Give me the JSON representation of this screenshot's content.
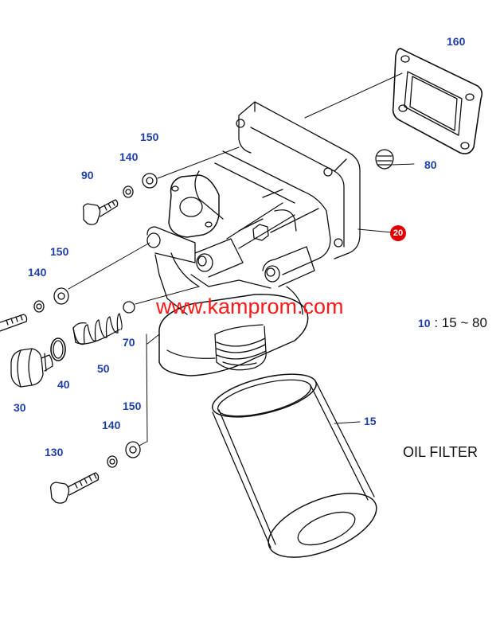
{
  "colors": {
    "callout": "#1f3fa8",
    "watermark": "#ff1a1a",
    "badge": "#e00000",
    "line": "#111111"
  },
  "callouts": {
    "c160": "160",
    "c80": "80",
    "c20": "20",
    "c150_top": "150",
    "c140_top": "140",
    "c90": "90",
    "c150_mid": "150",
    "c140_mid": "140",
    "c70": "70",
    "c50": "50",
    "c40": "40",
    "c30": "30",
    "c150_bot": "150",
    "c140_bot": "140",
    "c130": "130",
    "c15": "15"
  },
  "legend": {
    "number": "10",
    "range": ": 15 ~ 80"
  },
  "title": "OIL FILTER",
  "watermark": "www.kamprom.com"
}
